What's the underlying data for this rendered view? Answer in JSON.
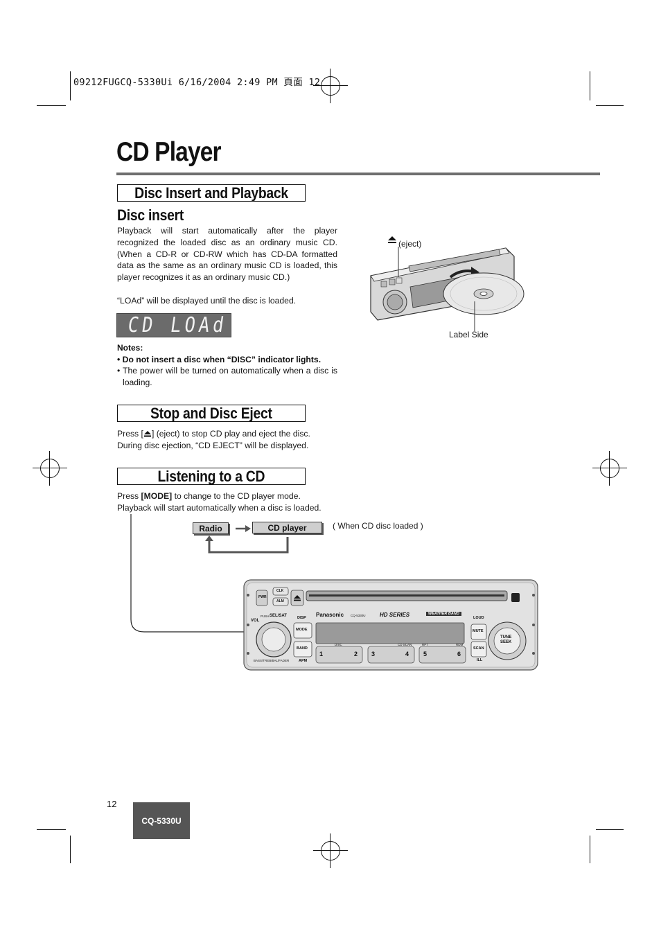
{
  "header_stamp": "09212FUGCQ-5330Ui 6/16/2004 2:49 PM 頁面 12",
  "page_title": "CD Player",
  "sections": {
    "insert_playback": "Disc Insert and Playback",
    "stop_eject": "Stop and Disc Eject",
    "listening": "Listening to a CD"
  },
  "disc_insert": {
    "heading": "Disc insert",
    "paragraph": "Playback will start automatically after the player recognized the loaded disc as an ordinary music CD. (When a CD-R or CD-RW which has CD-DA formatted data as the same as an ordinary music CD is loaded, this player recognizes it as an ordinary music CD.)",
    "load_note": "“LOAd” will be displayed until the disc is loaded.",
    "lcd_text": "CD LOAd",
    "notes_title": "Notes:",
    "notes": [
      "Do not insert a disc when “DISC” indicator lights.",
      "The power will be turned on automatically when a disc is loading."
    ]
  },
  "stop_eject": {
    "line1_prefix": "Press [",
    "line1_key_icon": "eject-icon",
    "line1_suffix": "] (eject) to stop CD play and eject the disc.",
    "line2": "During disc ejection, “CD EJECT” will be displayed."
  },
  "listening": {
    "line1_prefix": "Press ",
    "line1_key": "[MODE]",
    "line1_suffix": " to change to the CD player mode.",
    "line2": "Playback will start automatically when a disc is loaded."
  },
  "flow": {
    "radio": "Radio",
    "cd_player": "CD player",
    "note": "( When CD disc loaded )"
  },
  "figure_labels": {
    "eject": "(eject)",
    "label_side": "Label Side"
  },
  "faceplate": {
    "brand": "Panasonic",
    "model_small": "CQ-5330U",
    "series": "HD SERIES",
    "band": "WEATHER BAND",
    "pwr": "PWR",
    "clk": "CLK",
    "alm": "ALM",
    "push": "PUSH",
    "sel_sat": "SEL/SAT",
    "vol": "VOL",
    "disp": "DISP",
    "mode": "MODE",
    "band_btn": "BAND",
    "apm": "APM",
    "bass": "BASS/TREB/BAL/FADER",
    "loud": "LOUD",
    "mute": "MUTE",
    "scan": "SCAN",
    "ill": "ILL",
    "tune": "TUNE",
    "seek": "SEEK",
    "disc": "DISC",
    "cd_scan": "CD SCAN",
    "rpt": "RPT",
    "rdm": "RDM",
    "presets": [
      "1",
      "2",
      "3",
      "4",
      "5",
      "6"
    ]
  },
  "footer": {
    "page_number": "12",
    "model": "CQ-5330U"
  }
}
